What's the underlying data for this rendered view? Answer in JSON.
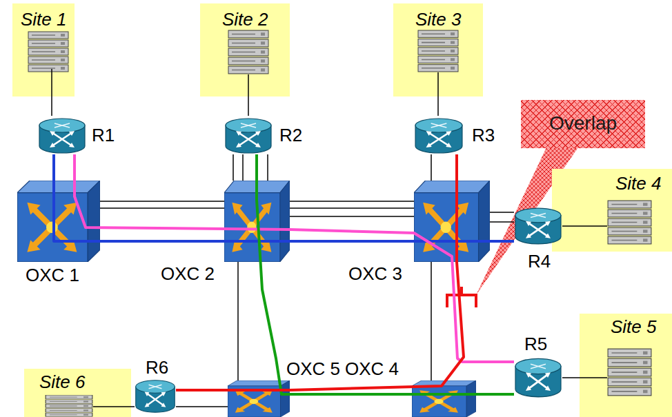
{
  "diagram": {
    "nodes": [
      {
        "text": [
          "Site 1"
        ]
      },
      {
        "text": [
          "Site 2"
        ]
      },
      {
        "text": [
          "Site 3"
        ]
      },
      {
        "text": [
          "Site 4"
        ]
      },
      {
        "text": [
          "Site 5"
        ]
      },
      {
        "text": [
          "Site 6"
        ]
      },
      {
        "text": [
          "R1"
        ]
      },
      {
        "text": [
          "R2"
        ]
      },
      {
        "text": [
          "R3"
        ]
      },
      {
        "text": [
          "R4"
        ]
      },
      {
        "text": [
          "R5"
        ]
      },
      {
        "text": [
          "R6"
        ]
      },
      {
        "text": [
          "OXC 1"
        ]
      },
      {
        "text": [
          "OXC 2"
        ]
      },
      {
        "text": [
          "OXC 3"
        ]
      },
      {
        "text": [
          "OXC 5"
        ]
      },
      {
        "text": [
          "OXC 4"
        ]
      },
      {
        "text": [
          "Overlap"
        ]
      }
    ],
    "edges": [
      {
        "from": 0,
        "to": 6,
        "arrow": "none"
      },
      {
        "from": 1,
        "to": 7,
        "arrow": "none"
      },
      {
        "from": 2,
        "to": 8,
        "arrow": "none"
      },
      {
        "from": 9,
        "to": 3,
        "arrow": "none"
      },
      {
        "from": 10,
        "to": 4,
        "arrow": "none"
      },
      {
        "from": 5,
        "to": 11,
        "arrow": "none"
      },
      {
        "from": 7,
        "to": 13,
        "arrow": "none"
      },
      {
        "from": 7,
        "to": 13,
        "arrow": "none"
      },
      {
        "from": 7,
        "to": 13,
        "arrow": "none"
      },
      {
        "from": 8,
        "to": 14,
        "arrow": "none"
      },
      {
        "from": 12,
        "to": 13,
        "arrow": "none"
      },
      {
        "from": 12,
        "to": 13,
        "arrow": "none"
      },
      {
        "from": 13,
        "to": 14,
        "arrow": "none"
      },
      {
        "from": 13,
        "to": 14,
        "arrow": "none"
      },
      {
        "from": 13,
        "to": 14,
        "arrow": "none"
      },
      {
        "from": 14,
        "to": 9,
        "arrow": "none"
      },
      {
        "from": 14,
        "to": 9,
        "arrow": "none"
      },
      {
        "from": 13,
        "to": 15,
        "arrow": "none"
      },
      {
        "from": 14,
        "to": 16,
        "arrow": "none"
      },
      {
        "from": 11,
        "to": 15,
        "arrow": "none"
      },
      {
        "from": 6,
        "to": 9,
        "arrow": "none"
      },
      {
        "from": 6,
        "to": 10,
        "arrow": "none"
      },
      {
        "from": 7,
        "to": 10,
        "arrow": "none"
      },
      {
        "from": 8,
        "to": 11,
        "arrow": "none"
      }
    ]
  }
}
